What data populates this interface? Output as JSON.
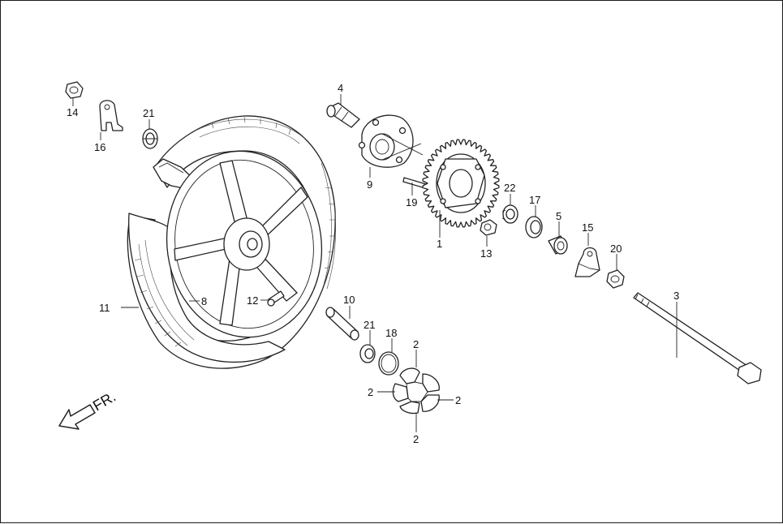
{
  "diagram": {
    "direction_label": "FR.",
    "callouts": [
      {
        "id": "c1",
        "label": "1"
      },
      {
        "id": "c2a",
        "label": "2"
      },
      {
        "id": "c2b",
        "label": "2"
      },
      {
        "id": "c2c",
        "label": "2"
      },
      {
        "id": "c2d",
        "label": "2"
      },
      {
        "id": "c3",
        "label": "3"
      },
      {
        "id": "c4",
        "label": "4"
      },
      {
        "id": "c5",
        "label": "5"
      },
      {
        "id": "c8",
        "label": "8"
      },
      {
        "id": "c9",
        "label": "9"
      },
      {
        "id": "c10",
        "label": "10"
      },
      {
        "id": "c11",
        "label": "11"
      },
      {
        "id": "c12",
        "label": "12"
      },
      {
        "id": "c13",
        "label": "13"
      },
      {
        "id": "c14",
        "label": "14"
      },
      {
        "id": "c15",
        "label": "15"
      },
      {
        "id": "c16",
        "label": "16"
      },
      {
        "id": "c17",
        "label": "17"
      },
      {
        "id": "c18",
        "label": "18"
      },
      {
        "id": "c19",
        "label": "19"
      },
      {
        "id": "c20",
        "label": "20"
      },
      {
        "id": "c21a",
        "label": "21"
      },
      {
        "id": "c21b",
        "label": "21"
      },
      {
        "id": "c22",
        "label": "22"
      }
    ]
  }
}
